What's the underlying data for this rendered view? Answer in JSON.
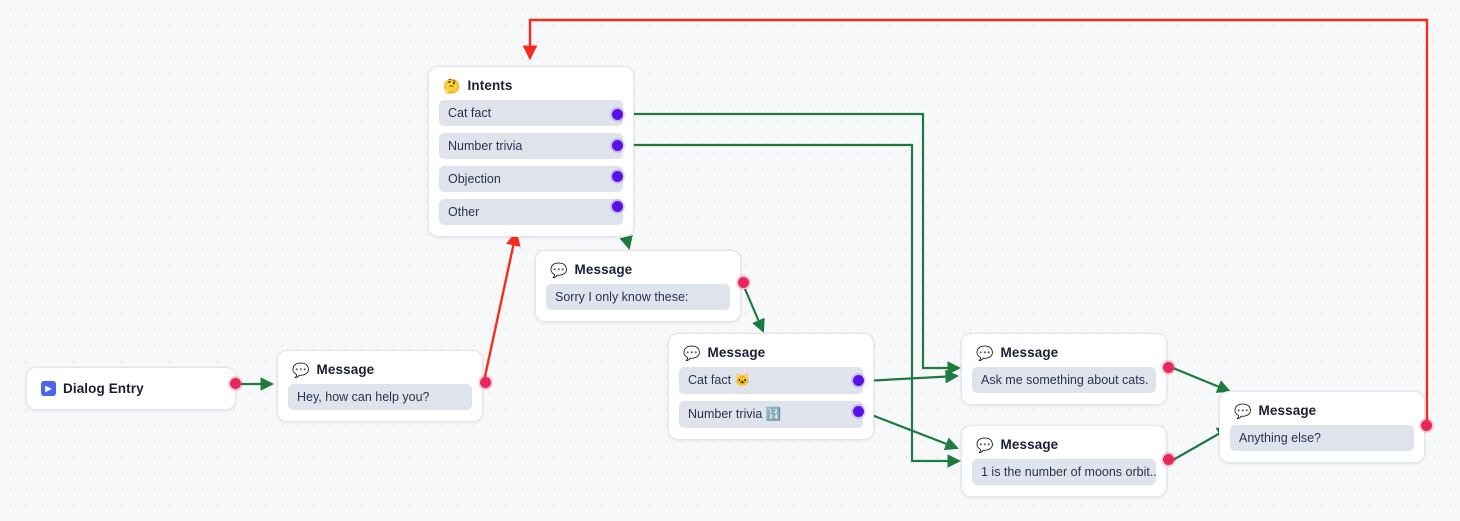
{
  "canvas": {
    "background_color": "#f6f8fa",
    "grid": "dot-grid"
  },
  "colors": {
    "edge_green": "#1f7a3f",
    "edge_red": "#f92c1c",
    "port_purple": "#5b10e8",
    "port_pink": "#e8265c",
    "field_bg": "#dfe3ec",
    "node_bg": "#ffffff",
    "text": "#1a1f36"
  },
  "nodes": [
    {
      "id": "intents",
      "title": "Intents",
      "icon": "thinking-face-icon",
      "icon_glyph": "🤔",
      "fields": [
        "Cat fact",
        "Number trivia",
        "Objection",
        "Other"
      ]
    },
    {
      "id": "dialog-entry",
      "title": "Dialog Entry",
      "icon": "play-icon",
      "icon_glyph": "▶",
      "fields": []
    },
    {
      "id": "msg-greeting",
      "title": "Message",
      "icon": "speech-bubble-icon",
      "icon_glyph": "💬",
      "fields": [
        "Hey, how can help you?"
      ]
    },
    {
      "id": "msg-sorry",
      "title": "Message",
      "icon": "speech-bubble-icon",
      "icon_glyph": "💬",
      "fields": [
        "Sorry I only know these:"
      ]
    },
    {
      "id": "msg-options",
      "title": "Message",
      "icon": "speech-bubble-icon",
      "icon_glyph": "💬",
      "fields": [
        "Cat fact 🐱",
        "Number trivia 🔢"
      ]
    },
    {
      "id": "msg-ask-cats",
      "title": "Message",
      "icon": "speech-bubble-icon",
      "icon_glyph": "💬",
      "fields": [
        "Ask me something about cats."
      ]
    },
    {
      "id": "msg-moons",
      "title": "Message",
      "icon": "speech-bubble-icon",
      "icon_glyph": "💬",
      "fields": [
        "1 is the number of moons orbit..."
      ]
    },
    {
      "id": "msg-anything-else",
      "title": "Message",
      "icon": "speech-bubble-icon",
      "icon_glyph": "💬",
      "fields": [
        "Anything else?"
      ]
    }
  ],
  "edges": [
    {
      "from": "dialog-entry",
      "to": "msg-greeting",
      "color": "#1f7a3f"
    },
    {
      "from": "msg-greeting",
      "to": "intents",
      "color": "#f92c1c"
    },
    {
      "from": "intents.Other",
      "to": "msg-sorry",
      "color": "#1f7a3f"
    },
    {
      "from": "msg-sorry",
      "to": "msg-options",
      "color": "#1f7a3f"
    },
    {
      "from": "intents.Cat fact",
      "to": "msg-ask-cats",
      "color": "#1f7a3f"
    },
    {
      "from": "intents.Number trivia",
      "to": "msg-moons",
      "color": "#1f7a3f"
    },
    {
      "from": "msg-options.Cat fact",
      "to": "msg-ask-cats",
      "color": "#1f7a3f"
    },
    {
      "from": "msg-options.Number trivia",
      "to": "msg-moons",
      "color": "#1f7a3f"
    },
    {
      "from": "msg-ask-cats",
      "to": "msg-anything-else",
      "color": "#1f7a3f"
    },
    {
      "from": "msg-moons",
      "to": "msg-anything-else",
      "color": "#1f7a3f"
    },
    {
      "from": "msg-anything-else",
      "to": "intents",
      "color": "#f92c1c"
    }
  ]
}
